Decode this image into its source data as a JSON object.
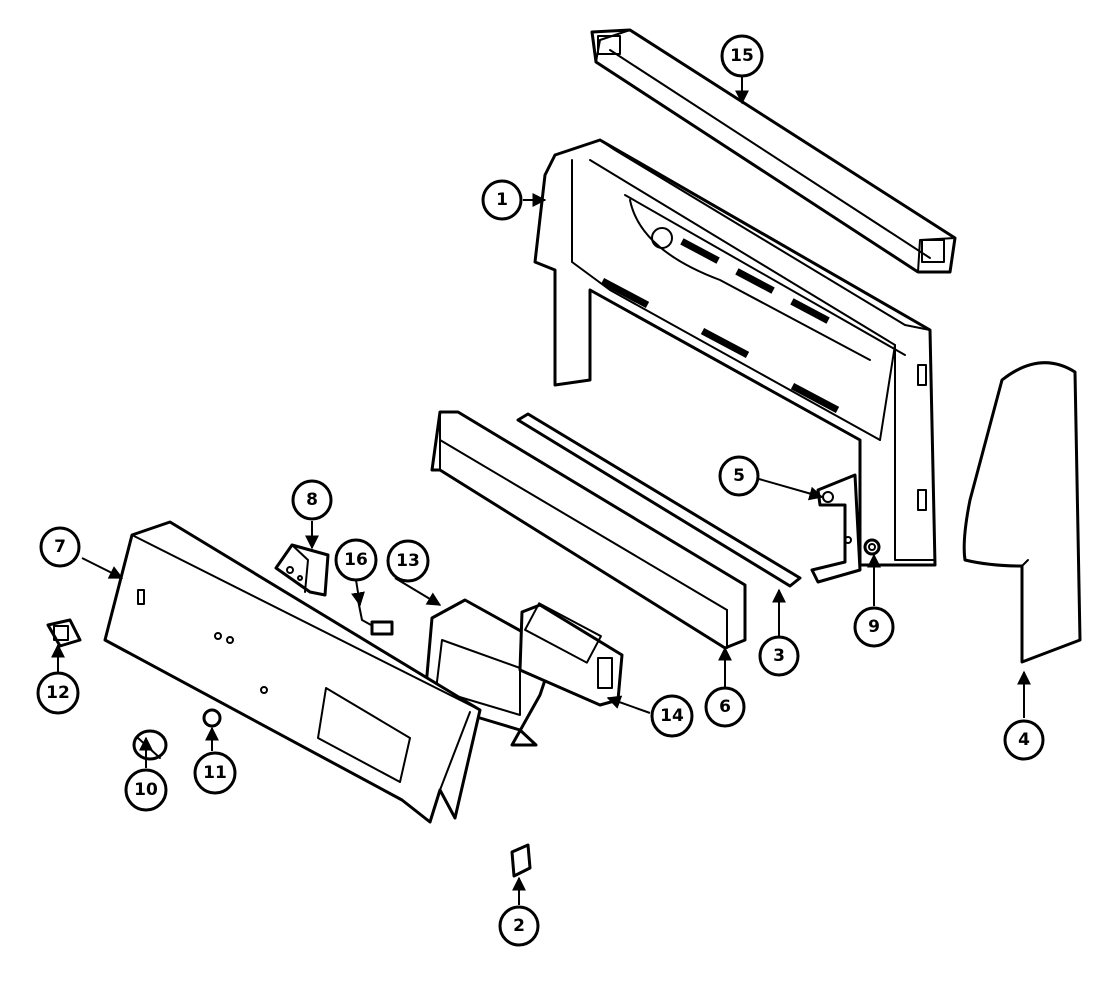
{
  "diagram": {
    "colors": {
      "line": "#000000",
      "background": "#ffffff"
    },
    "callouts": [
      {
        "id": "1",
        "label": "1"
      },
      {
        "id": "2",
        "label": "2"
      },
      {
        "id": "3",
        "label": "3"
      },
      {
        "id": "4",
        "label": "4"
      },
      {
        "id": "5",
        "label": "5"
      },
      {
        "id": "6",
        "label": "6"
      },
      {
        "id": "7",
        "label": "7"
      },
      {
        "id": "8",
        "label": "8"
      },
      {
        "id": "9",
        "label": "9"
      },
      {
        "id": "10",
        "label": "10"
      },
      {
        "id": "11",
        "label": "11"
      },
      {
        "id": "12",
        "label": "12"
      },
      {
        "id": "13",
        "label": "13"
      },
      {
        "id": "14",
        "label": "14"
      },
      {
        "id": "15",
        "label": "15"
      },
      {
        "id": "16",
        "label": "16"
      }
    ]
  }
}
